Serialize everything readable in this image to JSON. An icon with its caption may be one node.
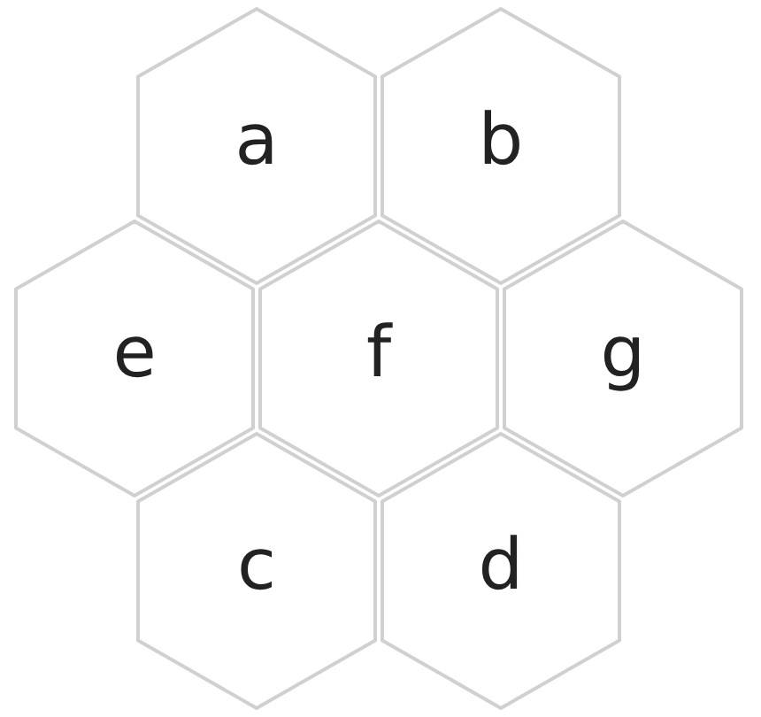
{
  "diagram": {
    "nodes": [
      {
        "text": [
          "a"
        ]
      },
      {
        "text": [
          "b"
        ]
      },
      {
        "text": [
          "e"
        ]
      },
      {
        "text": [
          "f"
        ]
      },
      {
        "text": [
          "g"
        ]
      },
      {
        "text": [
          "c"
        ]
      },
      {
        "text": [
          "d"
        ]
      }
    ]
  }
}
